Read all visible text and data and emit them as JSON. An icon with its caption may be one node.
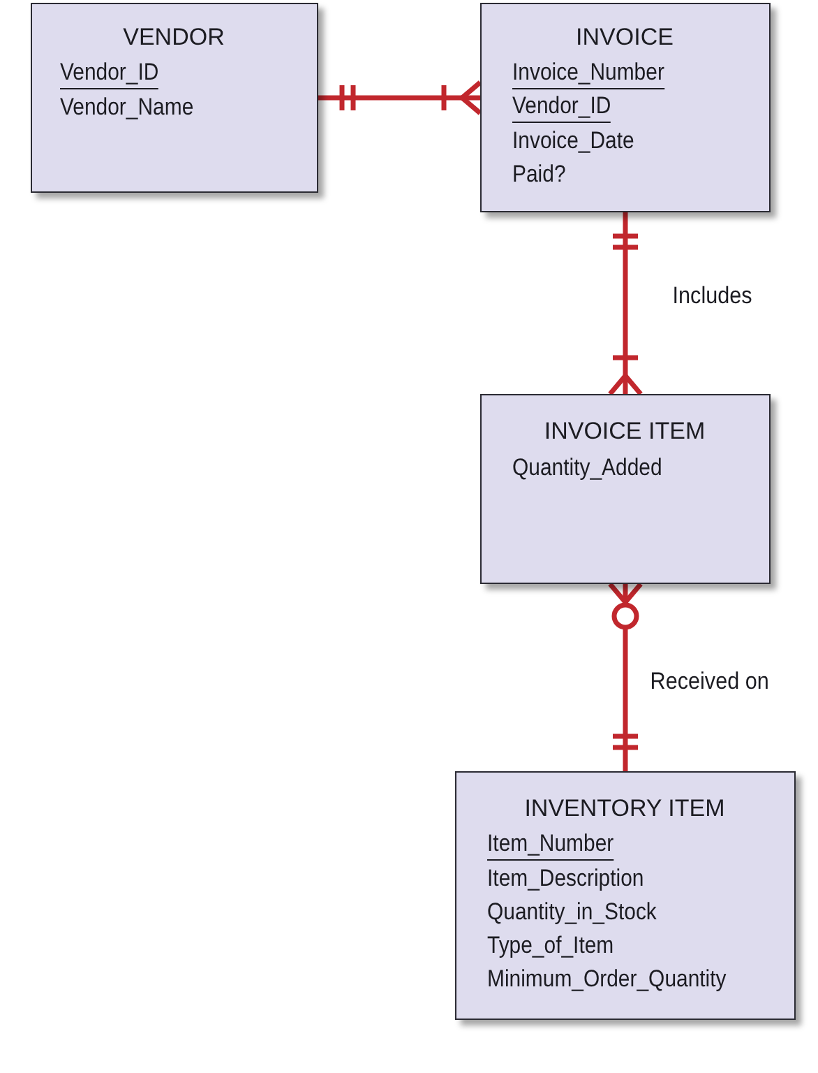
{
  "diagram": {
    "nodes": [
      {
        "text": [
          "VENDOR",
          "Vendor_ID",
          "Vendor_Name"
        ]
      },
      {
        "text": [
          "INVOICE",
          "Invoice_Number",
          "Vendor_ID",
          "Invoice_Date",
          "Paid?"
        ]
      },
      {
        "text": [
          "INVOICE ITEM",
          "Quantity_Added"
        ]
      },
      {
        "text": [
          "INVENTORY ITEM",
          "Item_Number",
          "Item_Description",
          "Quantity_in_Stock",
          "Type_of_Item",
          "Minimum_Order_Quantity"
        ]
      }
    ],
    "edges": [
      {
        "from": 0,
        "to": 1,
        "arrow": "other"
      },
      {
        "from": 1,
        "to": 2,
        "arrow": "other",
        "label": "Includes"
      },
      {
        "from": 2,
        "to": 3,
        "arrow": "other",
        "label": "Received on"
      }
    ]
  }
}
